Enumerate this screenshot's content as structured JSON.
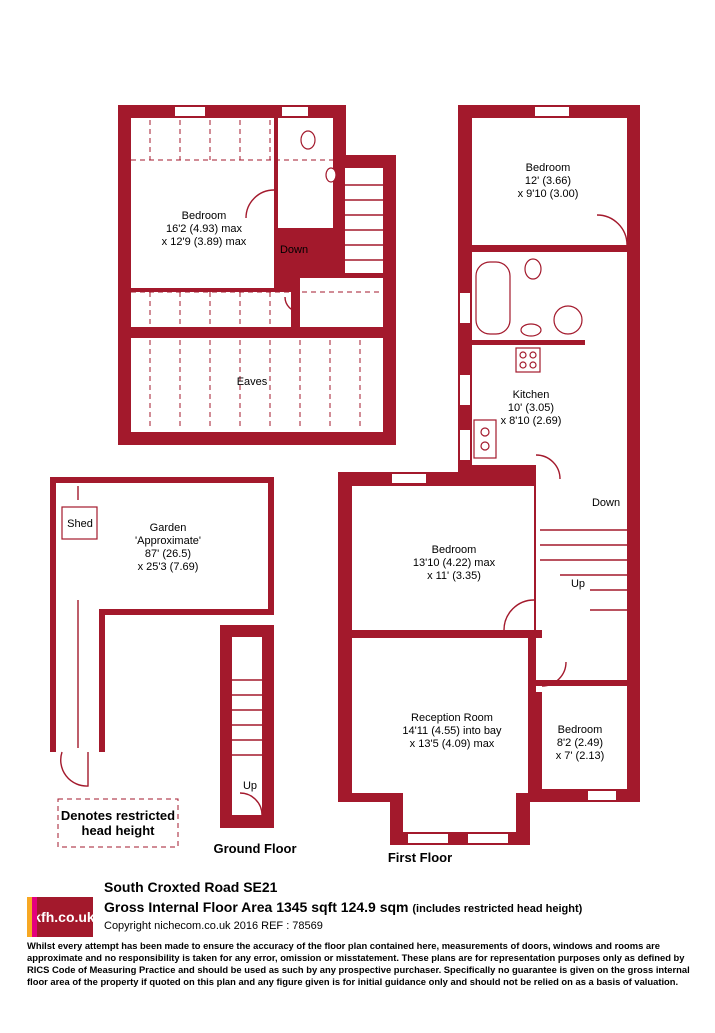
{
  "rooms": {
    "top_bedroom": {
      "name": "Bedroom",
      "dim1": "16'2 (4.93) max",
      "dim2": "x 12'9 (3.89) max"
    },
    "down_label": "Down",
    "eaves": "Eaves",
    "ff_bedroom_rear": {
      "name": "Bedroom",
      "dim1": "12' (3.66)",
      "dim2": "x 9'10 (3.00)"
    },
    "kitchen": {
      "name": "Kitchen",
      "dim1": "10' (3.05)",
      "dim2": "x 8'10 (2.69)"
    },
    "ff_bedroom_mid": {
      "name": "Bedroom",
      "dim1": "13'10 (4.22) max",
      "dim2": "x 11' (3.35)"
    },
    "reception": {
      "name": "Reception Room",
      "dim1": "14'11 (4.55) into bay",
      "dim2": "x 13'5 (4.09) max"
    },
    "ff_bedroom_small": {
      "name": "Bedroom",
      "dim1": "8'2 (2.49)",
      "dim2": "x 7' (2.13)"
    },
    "stairs_down": "Down",
    "stairs_up": "Up",
    "garden": {
      "name": "Garden",
      "dim0": "'Approximate'",
      "dim1": "87' (26.5)",
      "dim2": "x 25'3 (7.69)"
    },
    "shed": "Shed",
    "gf_up": "Up"
  },
  "legend": {
    "line1": "Denotes restricted",
    "line2": "head height"
  },
  "floor_labels": {
    "ground": "Ground Floor",
    "first": "First Floor"
  },
  "footer": {
    "logo": "kfh.co.uk",
    "address": "South Croxted Road  SE21",
    "gia": "Gross Internal Floor Area 1345 sqft 124.9 sqm",
    "gia_note": "(includes restricted head height)",
    "copyright": "Copyright nichecom.co.uk 2016 REF : 78569",
    "disclaimer": "Whilst every attempt has been made to ensure the accuracy of the floor plan contained here, measurements of doors, windows and rooms are approximate and no responsibility is taken for any error, omission or misstatement.  These plans are for representation purposes only as defined by RICS Code of Measuring Practice and should be used as such by any prospective purchaser.  Specifically no guarantee is given on the gross internal floor area of the property if quoted on this plan and any figure given is for initial guidance only and should not be relied on as a basis of valuation."
  },
  "colors": {
    "wall": "#a3192c",
    "logo_stripes": [
      "#f7a823",
      "#e4007d",
      "#8cc63f",
      "#00a0e0"
    ]
  }
}
